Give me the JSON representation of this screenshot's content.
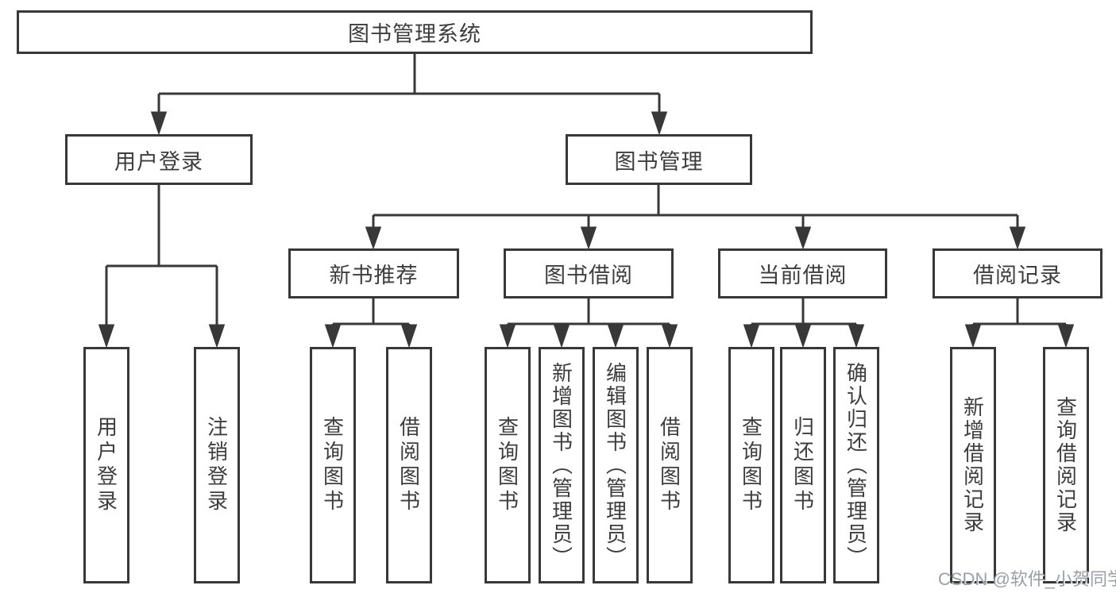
{
  "root": {
    "label": "图书管理系统"
  },
  "level2": {
    "user_login": {
      "label": "用户登录"
    },
    "book_mgmt": {
      "label": "图书管理"
    }
  },
  "level3": {
    "new_book_rec": {
      "label": "新书推荐"
    },
    "book_borrow": {
      "label": "图书借阅"
    },
    "current_borrow": {
      "label": "当前借阅"
    },
    "borrow_record": {
      "label": "借阅记录"
    }
  },
  "leaves": {
    "user_login": {
      "label": "用户登录"
    },
    "logout": {
      "label": "注销登录"
    },
    "query_book_1": {
      "label": "查询图书"
    },
    "borrow_book_1": {
      "label": "借阅图书"
    },
    "query_book_2": {
      "label": "查询图书"
    },
    "add_book_admin": {
      "label": "新增图书（管理员）"
    },
    "edit_book_admin": {
      "label": "编辑图书（管理员）"
    },
    "borrow_book_2": {
      "label": "借阅图书"
    },
    "query_book_3": {
      "label": "查询图书"
    },
    "return_book": {
      "label": "归还图书"
    },
    "confirm_return_admin": {
      "label": "确认归还（管理员）"
    },
    "add_borrow_record": {
      "label": "新增借阅记录"
    },
    "query_borrow_record": {
      "label": "查询借阅记录"
    }
  },
  "watermark": {
    "text": "CSDN @软件_小贺同学"
  },
  "colors": {
    "line": "#383838",
    "text": "#3d3d3d",
    "background": "#ffffff",
    "watermark": "#9b9ea8"
  }
}
